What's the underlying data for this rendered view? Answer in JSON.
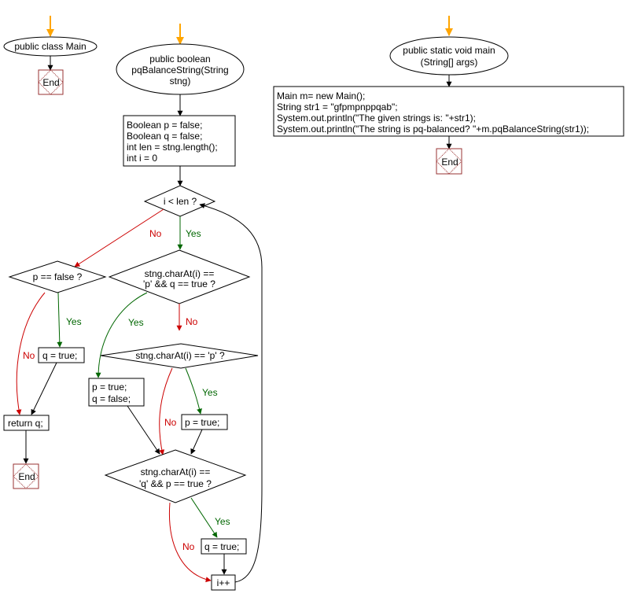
{
  "diagram": {
    "type": "flowchart",
    "colors": {
      "start_arrow": "#ffa500",
      "yes_branch": "#006600",
      "no_branch": "#cc0000",
      "end_border": "#993333",
      "default": "#000000"
    },
    "class_flow": {
      "start": "public class Main",
      "end": "End"
    },
    "method_flow": {
      "start_lines": [
        "public boolean",
        "pqBalanceString(String",
        "stng)"
      ],
      "init_lines": [
        "Boolean p = false;",
        "Boolean q = false;",
        "int len = stng.length();",
        "int i = 0"
      ],
      "loop_cond": "i < len ?",
      "cond_pq_lines": [
        "stng.charAt(i) ==",
        "'p' && q == true ?"
      ],
      "cond_p": "stng.charAt(i) == 'p' ?",
      "cond_qp_lines": [
        "stng.charAt(i) ==",
        "'q' && p == true ?"
      ],
      "p_false_cond": "p == false ?",
      "set_pq_lines": [
        "p = true;",
        "q = false;"
      ],
      "set_p": "p = true;",
      "set_q_inner": "q = true;",
      "set_q_outer": "q = true;",
      "increment": "i++",
      "return": "return q;",
      "end": "End"
    },
    "main_flow": {
      "start_lines": [
        "public static void main",
        "(String[] args)"
      ],
      "body_lines": [
        "Main m= new Main();",
        "String str1 = \"gfpmpnppqab\";",
        "System.out.println(\"The given strings is: \"+str1);",
        "System.out.println(\"The string is pq-balanced? \"+m.pqBalanceString(str1));"
      ],
      "end": "End"
    },
    "labels": {
      "yes": "Yes",
      "no": "No"
    }
  }
}
